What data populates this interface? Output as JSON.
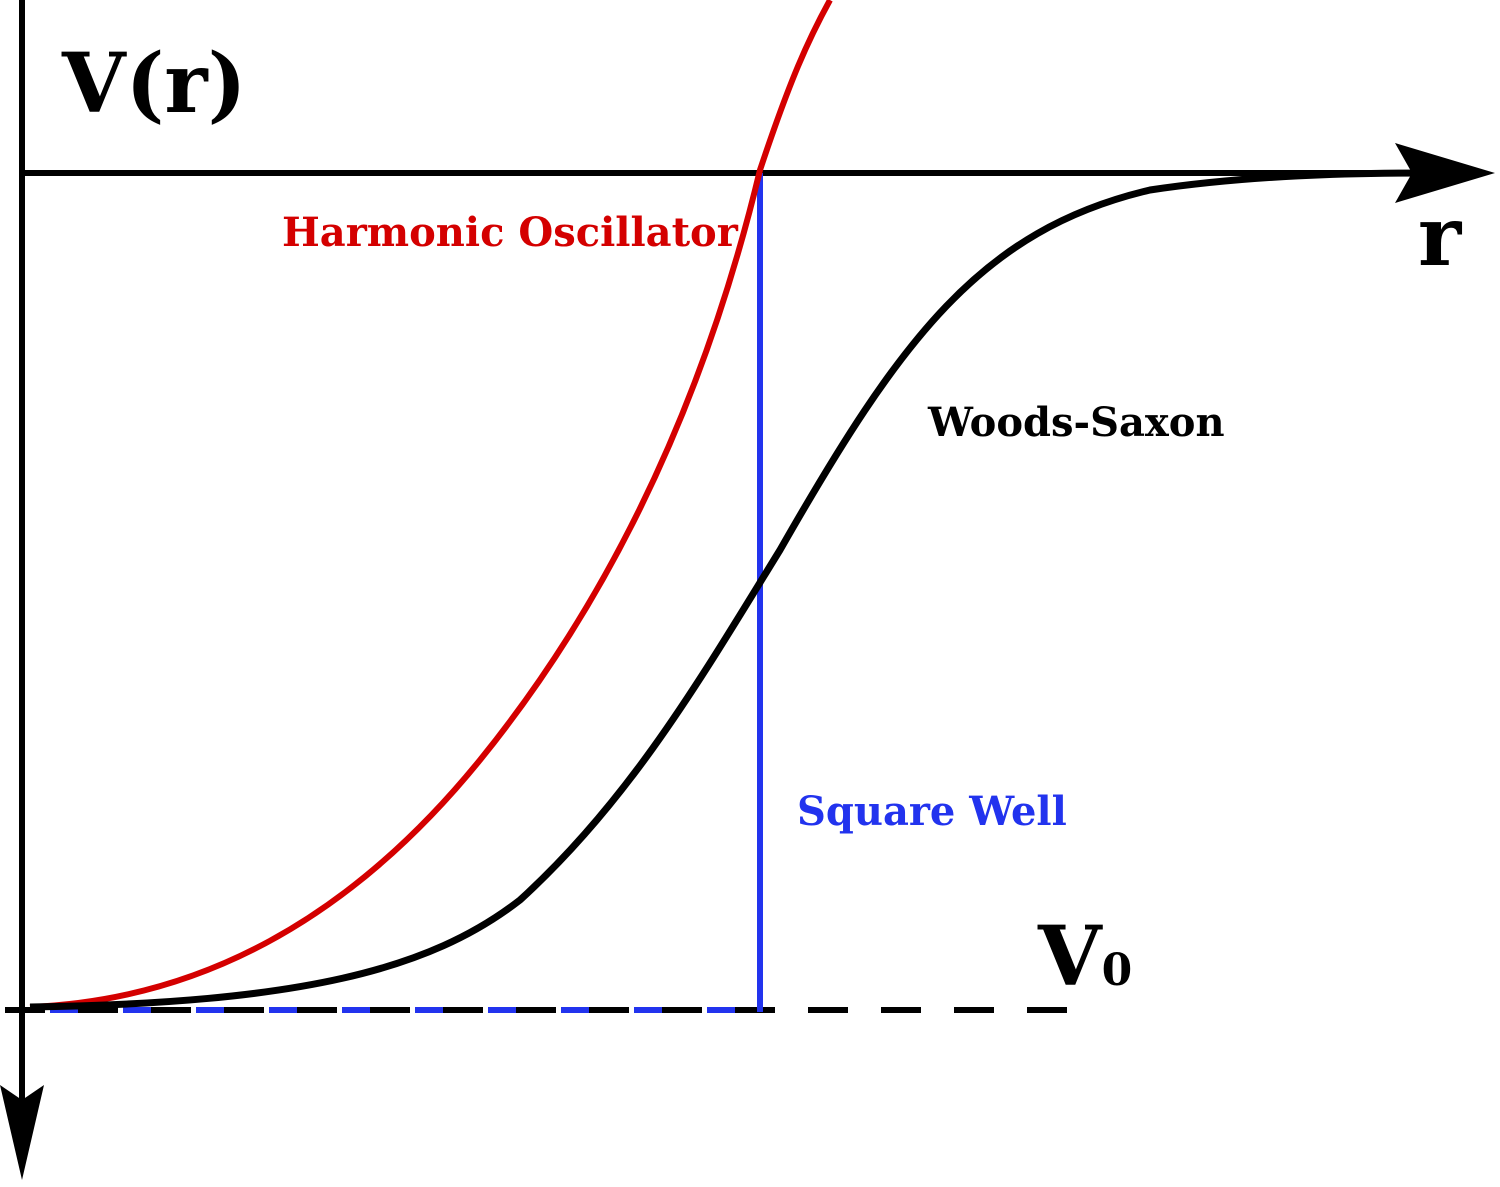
{
  "title": "",
  "y_axis": {
    "label": "V(r)",
    "direction": "down"
  },
  "x_axis": {
    "label": "r"
  },
  "depth_label": {
    "main": "V",
    "subscript": "0"
  },
  "curves": [
    {
      "key": "harmonic",
      "label": "Harmonic Oscillator",
      "color": "#d40000"
    },
    {
      "key": "woods_saxon",
      "label": "Woods-Saxon",
      "color": "#000000"
    },
    {
      "key": "square_well",
      "label": "Square Well",
      "color": "#2233ee"
    }
  ],
  "colors": {
    "axes": "#000000",
    "background": "#ffffff"
  }
}
